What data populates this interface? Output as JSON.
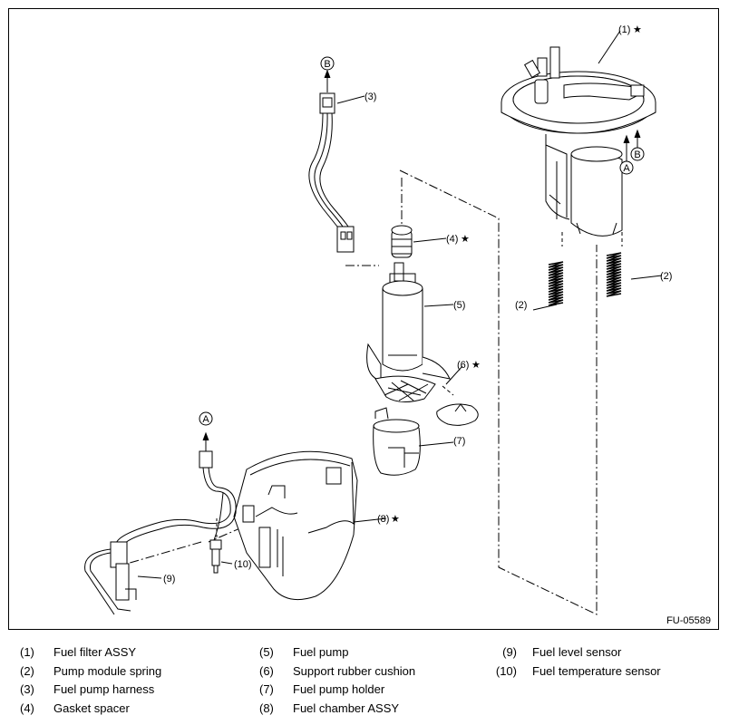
{
  "figure_id": "FU-05589",
  "callouts": {
    "c1": "(1)",
    "c2a": "(2)",
    "c2b": "(2)",
    "c3": "(3)",
    "c4": "(4)",
    "c5": "(5)",
    "c6": "(6)",
    "c7": "(7)",
    "c8": "(8)",
    "c9": "(9)",
    "c10": "(10)",
    "star": "★",
    "conn_a1": "A",
    "conn_a2": "A",
    "conn_b1": "B",
    "conn_b2": "B"
  },
  "legend": [
    {
      "num": "(1)",
      "label": "Fuel filter ASSY"
    },
    {
      "num": "(2)",
      "label": "Pump module spring"
    },
    {
      "num": "(3)",
      "label": "Fuel pump harness"
    },
    {
      "num": "(4)",
      "label": "Gasket spacer"
    },
    {
      "num": "(5)",
      "label": "Fuel pump"
    },
    {
      "num": "(6)",
      "label": "Support rubber cushion"
    },
    {
      "num": "(7)",
      "label": "Fuel pump holder"
    },
    {
      "num": "(8)",
      "label": "Fuel chamber ASSY"
    },
    {
      "num": "(9)",
      "label": "Fuel level sensor"
    },
    {
      "num": "(10)",
      "label": "Fuel temperature sensor"
    }
  ]
}
